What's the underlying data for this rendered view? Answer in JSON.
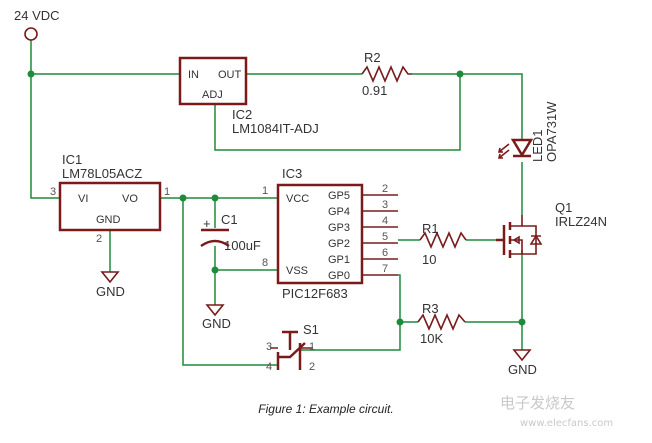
{
  "power": {
    "label": "24 VDC"
  },
  "ic2": {
    "ref": "IC2",
    "part": "LM1084IT-ADJ",
    "pin_in": "IN",
    "pin_out": "OUT",
    "pin_adj": "ADJ"
  },
  "r2": {
    "ref": "R2",
    "value": "0.91"
  },
  "led1": {
    "ref": "LED1",
    "part": "OPA731W"
  },
  "ic1": {
    "ref": "IC1",
    "part": "LM78L05ACZ",
    "pin_vi": "VI",
    "pin_vo": "VO",
    "pin_gnd": "GND",
    "pin3": "3",
    "pin1": "1",
    "pin2": "2"
  },
  "c1": {
    "ref": "C1",
    "value": "100uF",
    "polarity": "+"
  },
  "ic3": {
    "ref": "IC3",
    "part": "PIC12F683",
    "left_pins": [
      {
        "num": "1",
        "name": "VCC"
      },
      {
        "num": "8",
        "name": "VSS"
      }
    ],
    "right_pins": [
      {
        "num": "2",
        "name": "GP5"
      },
      {
        "num": "3",
        "name": "GP4"
      },
      {
        "num": "4",
        "name": "GP3"
      },
      {
        "num": "5",
        "name": "GP2"
      },
      {
        "num": "6",
        "name": "GP1"
      },
      {
        "num": "7",
        "name": "GP0"
      }
    ]
  },
  "r1": {
    "ref": "R1",
    "value": "10"
  },
  "r3": {
    "ref": "R3",
    "value": "10K"
  },
  "q1": {
    "ref": "Q1",
    "part": "IRLZ24N"
  },
  "s1": {
    "ref": "S1",
    "pin3": "3",
    "pin4": "4",
    "pin1": "1",
    "pin2": "2"
  },
  "gnd": {
    "label": "GND"
  },
  "caption": "Figure 1: Example circuit.",
  "watermark": {
    "text": "电子发烧友",
    "url": "www.elecfans.com"
  }
}
